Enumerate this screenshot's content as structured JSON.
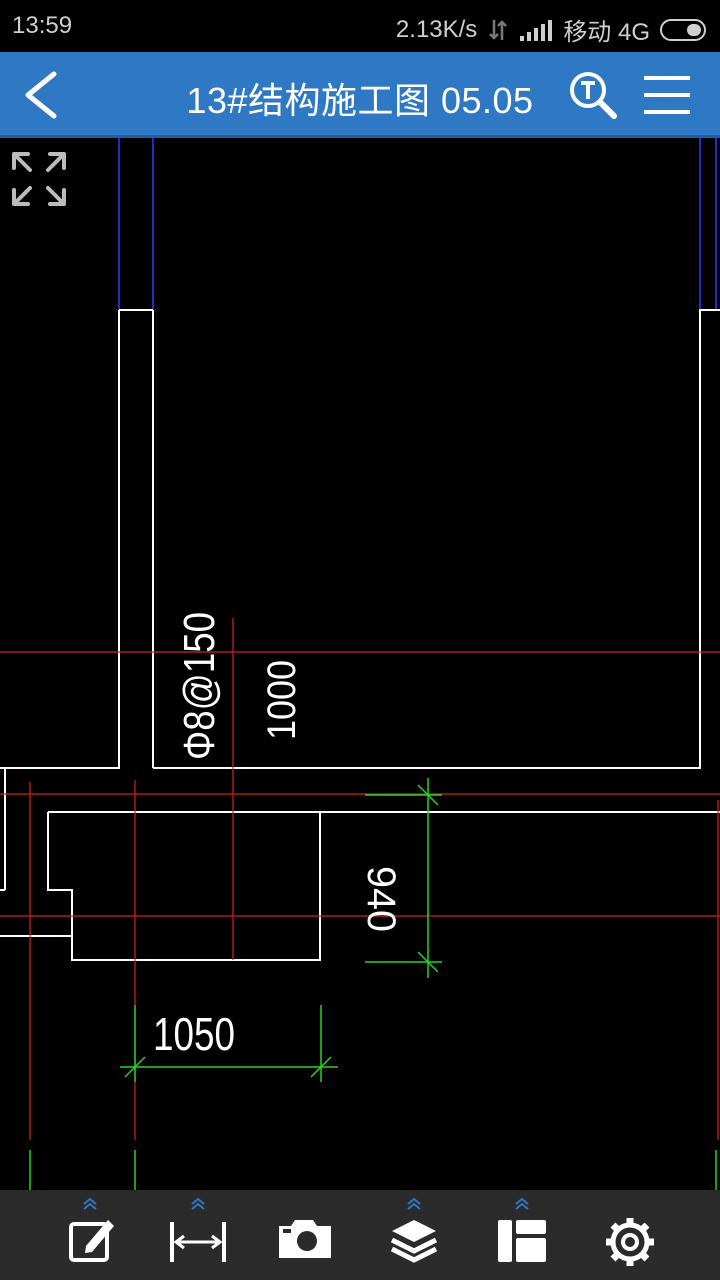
{
  "status": {
    "time": "13:59",
    "speed": "2.13K/s",
    "carrier": "移动 4G"
  },
  "appbar": {
    "title": "13#结构施工图 05.05"
  },
  "drawing": {
    "rebar_label": "Φ8@150",
    "dim_1000": "1000",
    "dim_940": "940",
    "dim_1050": "1050"
  },
  "colors": {
    "appbar": "#2f78c4",
    "toolbar": "#2b2b2b",
    "chevron": "#2f78c4"
  },
  "icons": [
    "back-icon",
    "search-text-icon",
    "menu-icon",
    "expand-icon",
    "edit-icon",
    "measure-icon",
    "camera-icon",
    "layers-icon",
    "layout-icon",
    "settings-icon"
  ]
}
